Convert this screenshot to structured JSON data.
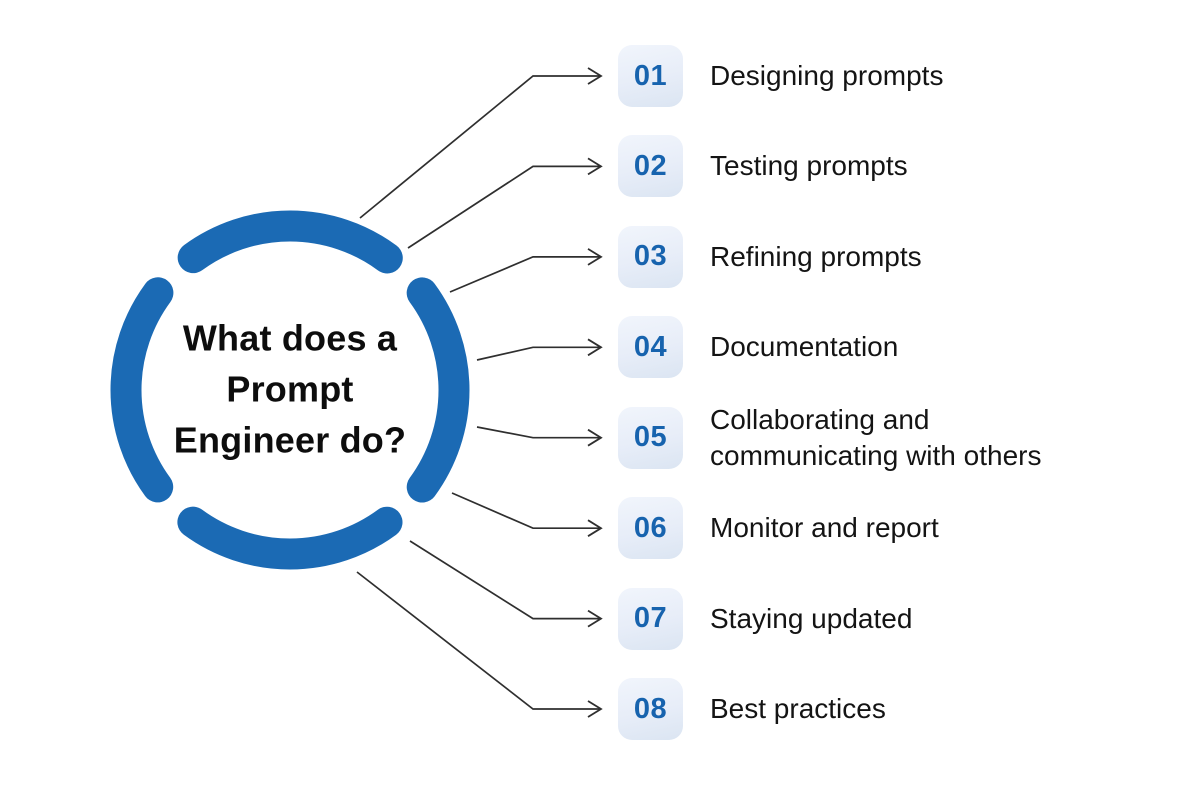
{
  "title": "What does a Prompt Engineer do infographic",
  "colors": {
    "background": "#ffffff",
    "ring_blue": "#1b6ab4",
    "number_blue": "#1763ae",
    "badge_bg": "#e7edf8",
    "label_text": "#141414",
    "title_text": "#0d0d0d",
    "arrow": "#2f2f2f"
  },
  "center": {
    "title_lines": [
      "What does a",
      "Prompt",
      "Engineer do?"
    ]
  },
  "items": [
    {
      "number": "01",
      "label": "Designing prompts"
    },
    {
      "number": "02",
      "label": "Testing prompts"
    },
    {
      "number": "03",
      "label": "Refining prompts"
    },
    {
      "number": "04",
      "label": "Documentation"
    },
    {
      "number": "05",
      "label": "Collaborating and communicating with others"
    },
    {
      "number": "06",
      "label": "Monitor and report"
    },
    {
      "number": "07",
      "label": "Staying updated"
    },
    {
      "number": "08",
      "label": "Best practices"
    }
  ]
}
